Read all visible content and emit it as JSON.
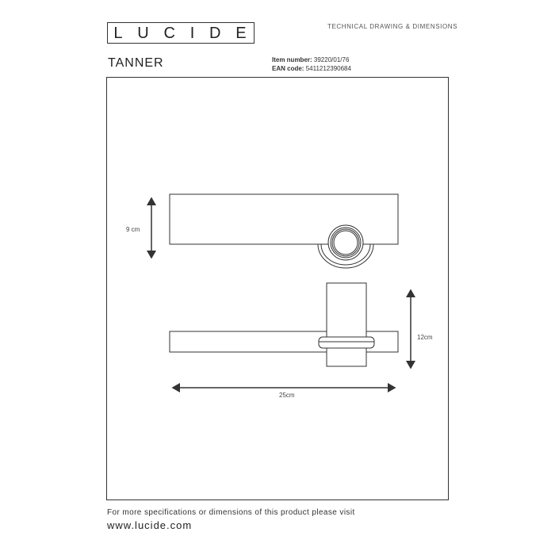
{
  "header": {
    "logo_letters": [
      "L",
      "U",
      "C",
      "I",
      "D",
      "E"
    ],
    "doc_type": "TECHNICAL DRAWING & DIMENSIONS",
    "product_name": "TANNER",
    "item_number_label": "Item number:",
    "item_number": "39220/01/76",
    "ean_label": "EAN code:",
    "ean": "5411212390684"
  },
  "drawing": {
    "height_top_view": "9 cm",
    "height_side_view": "12cm",
    "width": "25cm"
  },
  "footer": {
    "line1": "For more specifications or dimensions of this product please visit",
    "url": "www.lucide.com"
  }
}
